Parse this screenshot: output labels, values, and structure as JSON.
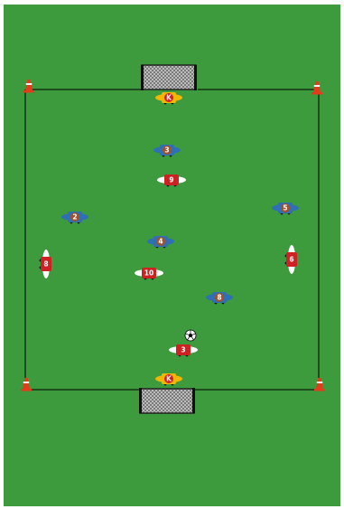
{
  "pitch": {
    "grass_color": "#3d9a3d",
    "line_color": "#000000"
  },
  "cones": [
    "cone-icon",
    "cone-icon",
    "cone-icon",
    "cone-icon"
  ],
  "goals": [
    "goal-icon",
    "goal-icon"
  ],
  "ball": {
    "icon": "soccer-ball-icon"
  },
  "teams": {
    "blue": {
      "color": "#2f6fb3",
      "accent": "#a0522d"
    },
    "red": {
      "color": "#cc2222",
      "accent": "#ffffff"
    },
    "keeper": {
      "color": "#f2b705",
      "accent": "#cc2222"
    }
  },
  "players": [
    {
      "id": "gk-top",
      "team": "keeper",
      "label": "K"
    },
    {
      "id": "blue-3",
      "team": "blue",
      "label": "3"
    },
    {
      "id": "red-9",
      "team": "red",
      "label": "9"
    },
    {
      "id": "blue-2",
      "team": "blue",
      "label": "2"
    },
    {
      "id": "blue-5",
      "team": "blue",
      "label": "5"
    },
    {
      "id": "blue-4",
      "team": "blue",
      "label": "4"
    },
    {
      "id": "red-8",
      "team": "red",
      "label": "8"
    },
    {
      "id": "red-6",
      "team": "red",
      "label": "6"
    },
    {
      "id": "red-10",
      "team": "red",
      "label": "10"
    },
    {
      "id": "blue-8",
      "team": "blue",
      "label": "8"
    },
    {
      "id": "red-3",
      "team": "red",
      "label": "3"
    },
    {
      "id": "gk-bottom",
      "team": "keeper",
      "label": "K"
    }
  ]
}
